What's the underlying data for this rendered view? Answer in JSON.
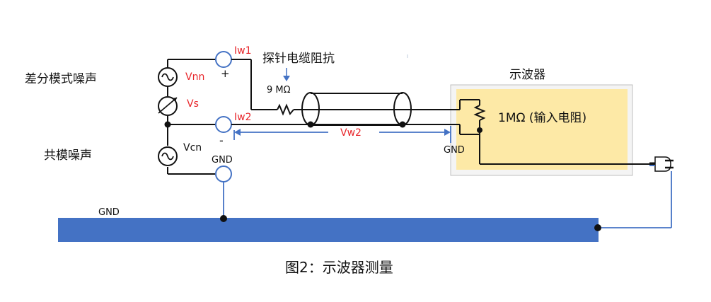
{
  "labels": {
    "diff_noise": "差分模式噪声",
    "common_noise": "共模噪声",
    "vnn": "Vnn",
    "vs": "Vs",
    "vcn": "Vcn",
    "iw1": "Iw1",
    "iw2": "Iw2",
    "plus": "+",
    "minus": "-",
    "probe_resistance": "探针电缆阻抗",
    "resistor_value": "9 MΩ",
    "vw2": "Vw2",
    "gnd_node": "GND",
    "gnd_scope": "GND",
    "gnd_bar": "GND",
    "scope_title": "示波器",
    "scope_input": "1MΩ (输入电阻)",
    "caption": "图2：示波器测量"
  },
  "colors": {
    "red_label": "#e8262b",
    "blue": "#4472c4",
    "scope_fill": "#fde9a6",
    "scope_border": "#bfbfbf"
  },
  "icons": {
    "ac_source": "ac-source-icon",
    "variable_source": "variable-source-icon",
    "resistor": "resistor-icon",
    "plug": "plug-icon"
  }
}
